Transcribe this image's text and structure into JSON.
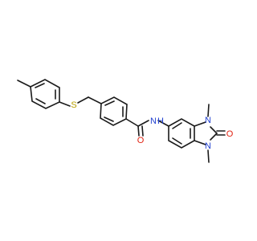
{
  "structure": {
    "atoms": {
      "sulfur": "S",
      "amide_nitrogen": "N",
      "amide_hydrogen": "H",
      "carbonyl_oxygen": "O",
      "ring_nitrogen_top": "N",
      "ring_nitrogen_bottom": "N",
      "urea_oxygen": "O"
    },
    "colors": {
      "bond": "#1a1a1a",
      "carbon_text": "#1a1a1a",
      "sulfur": "#b8a000",
      "nitrogen": "#2040d0",
      "oxygen": "#e02010"
    }
  }
}
